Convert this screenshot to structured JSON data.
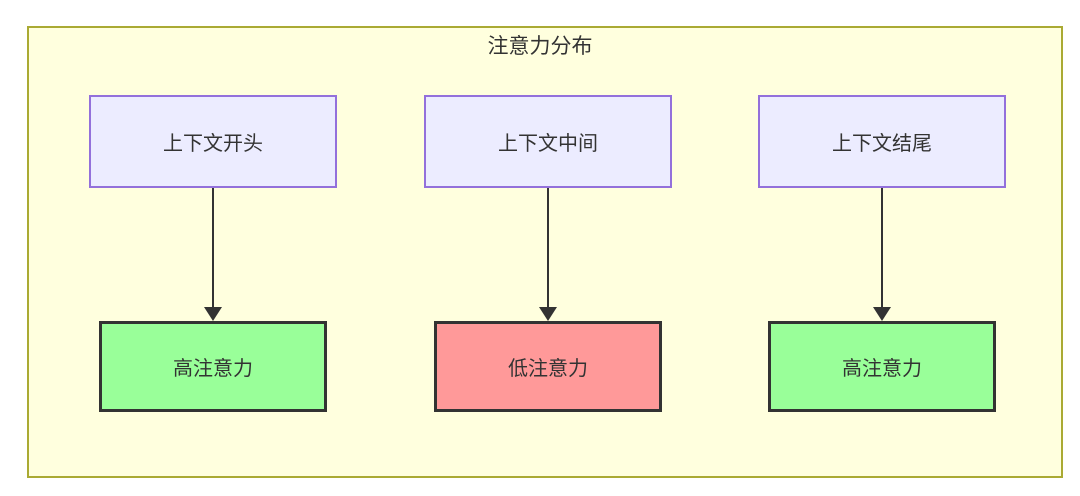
{
  "diagram": {
    "title": "注意力分布",
    "type": "flowchart",
    "colors": {
      "container_fill": "#FFFFDE",
      "container_border": "#AAAA33",
      "source_fill": "#ECECFF",
      "source_border": "#9370DB",
      "high_fill": "#99FF99",
      "low_fill": "#FF9999",
      "result_border": "#333333",
      "arrow": "#333333",
      "text": "#333333"
    },
    "columns": [
      {
        "source": "上下文开头",
        "result": "高注意力",
        "result_type": "high"
      },
      {
        "source": "上下文中间",
        "result": "低注意力",
        "result_type": "low"
      },
      {
        "source": "上下文结尾",
        "result": "高注意力",
        "result_type": "high"
      }
    ]
  }
}
